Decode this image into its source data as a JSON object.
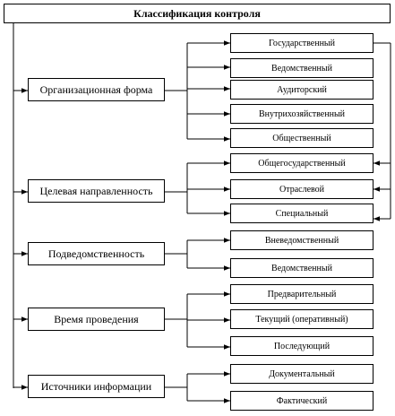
{
  "title": "Классификация контроля",
  "groups": [
    {
      "label": "Организационная форма",
      "items": [
        "Государственный",
        "Ведомственный",
        "Аудиторский",
        "Внутрихозяйственный",
        "Общественный"
      ]
    },
    {
      "label": "Целевая направленность",
      "items": [
        "Общегосударственный",
        "Отраслевой",
        "Специальный"
      ]
    },
    {
      "label": "Подведомственность",
      "items": [
        "Вневедомственный",
        "Ведомственный"
      ]
    },
    {
      "label": "Время проведения",
      "items": [
        "Предварительный",
        "Текущий (оперативный)",
        "Последующий"
      ]
    },
    {
      "label": "Источники информации",
      "items": [
        "Документальный",
        "Фактический"
      ]
    }
  ],
  "colors": {
    "line": "#000000",
    "box_border": "#000000",
    "background": "#ffffff"
  }
}
